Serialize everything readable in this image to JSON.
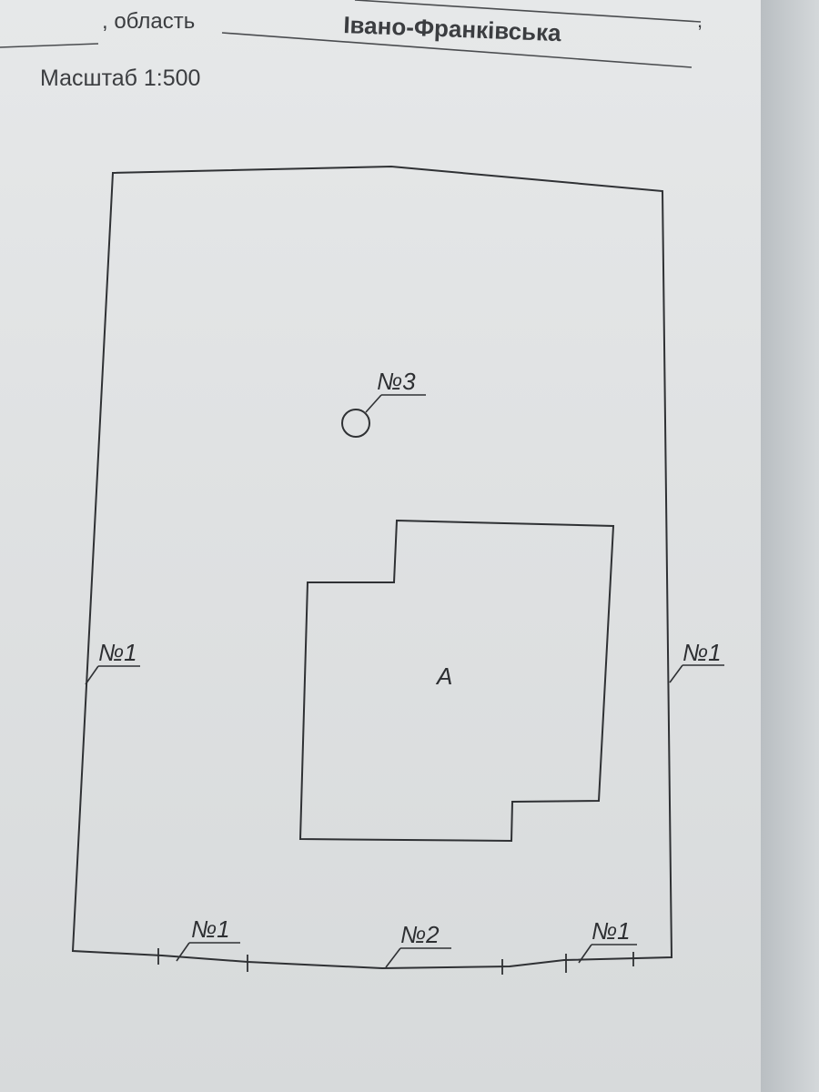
{
  "header": {
    "region_prefix": ", область",
    "region_value": "Івано-Франківська",
    "scale": "Масштаб 1:500"
  },
  "plan": {
    "building_label": "А",
    "well_label": "№3",
    "boundary_labels": {
      "left": "№1",
      "right": "№1",
      "bottom_left": "№1",
      "bottom_center": "№2",
      "bottom_right": "№1"
    }
  }
}
